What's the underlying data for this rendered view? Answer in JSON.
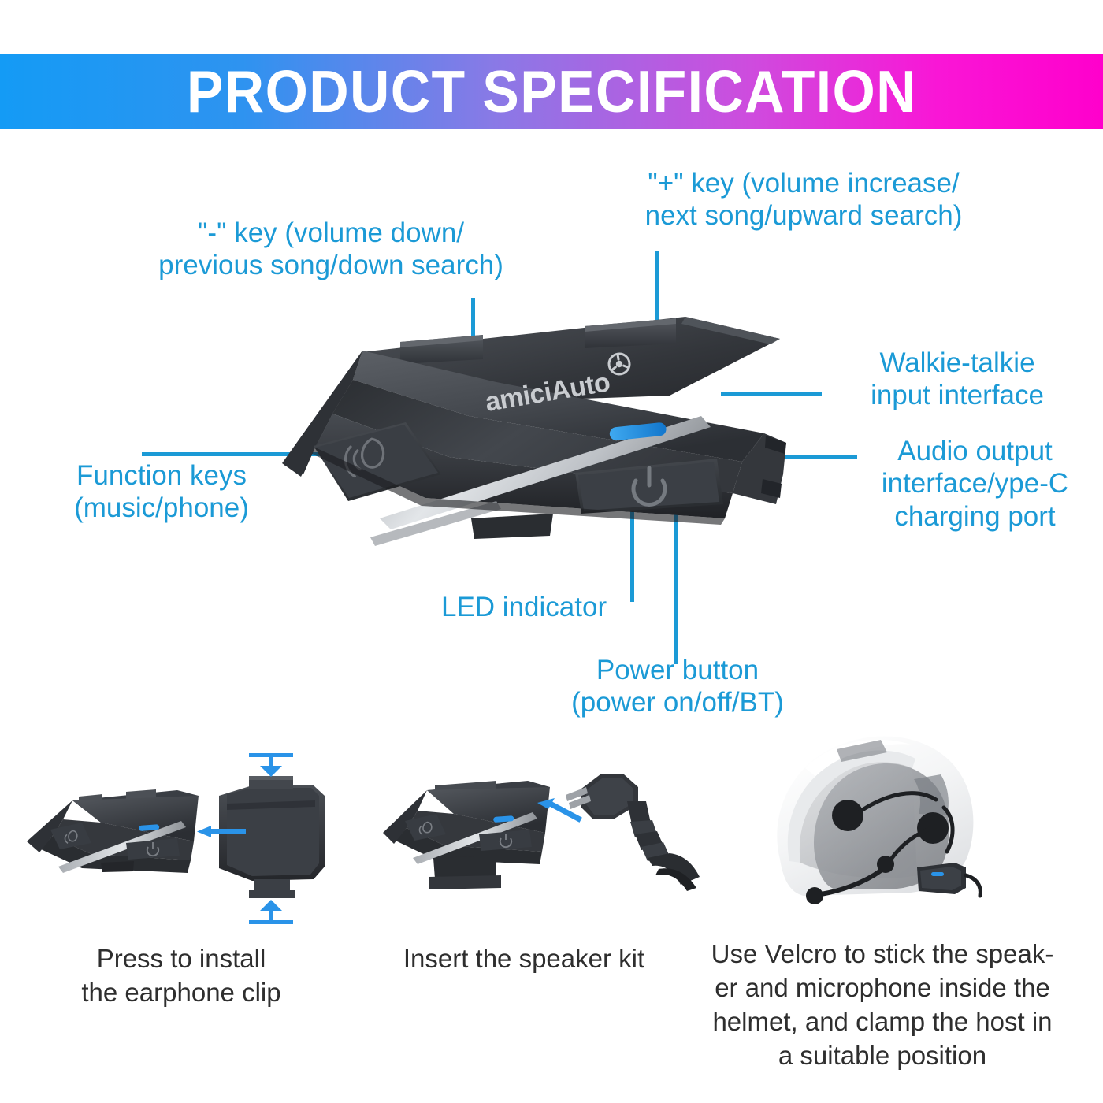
{
  "header": {
    "title": "PRODUCT SPECIFICATION",
    "gradient_start": "#149BF5",
    "gradient_end": "#FF00CC"
  },
  "theme": {
    "accent_blue": "#1B9AD6",
    "led_blue": "#1E90E8",
    "caption_color": "#2E2E2E",
    "device_body": "#3A3D42"
  },
  "product": {
    "brand": "amiciAuto",
    "type": "motorcycle bluetooth intercom headset"
  },
  "callouts": [
    {
      "id": "minus-key",
      "text": "\"-\" key (volume down/\nprevious song/down search)"
    },
    {
      "id": "plus-key",
      "text": "\"+\" key (volume increase/\nnext song/upward search)"
    },
    {
      "id": "walkie-talkie",
      "text": "Walkie-talkie\ninput interface"
    },
    {
      "id": "audio-output",
      "text": "Audio output\ninterface/ype-C\ncharging port"
    },
    {
      "id": "function-keys",
      "text": "Function keys\n(music/phone)"
    },
    {
      "id": "led-indicator",
      "text": "LED indicator"
    },
    {
      "id": "power-button",
      "text": "Power button\n(power on/off/BT)"
    }
  ],
  "steps": [
    {
      "id": "step-clip",
      "caption": "Press to install\nthe earphone clip"
    },
    {
      "id": "step-speaker",
      "caption": "Insert the speaker kit"
    },
    {
      "id": "step-helmet",
      "caption": "Use Velcro to stick the speak-\ner and microphone inside the\nhelmet, and clamp the host in\na suitable position"
    }
  ]
}
